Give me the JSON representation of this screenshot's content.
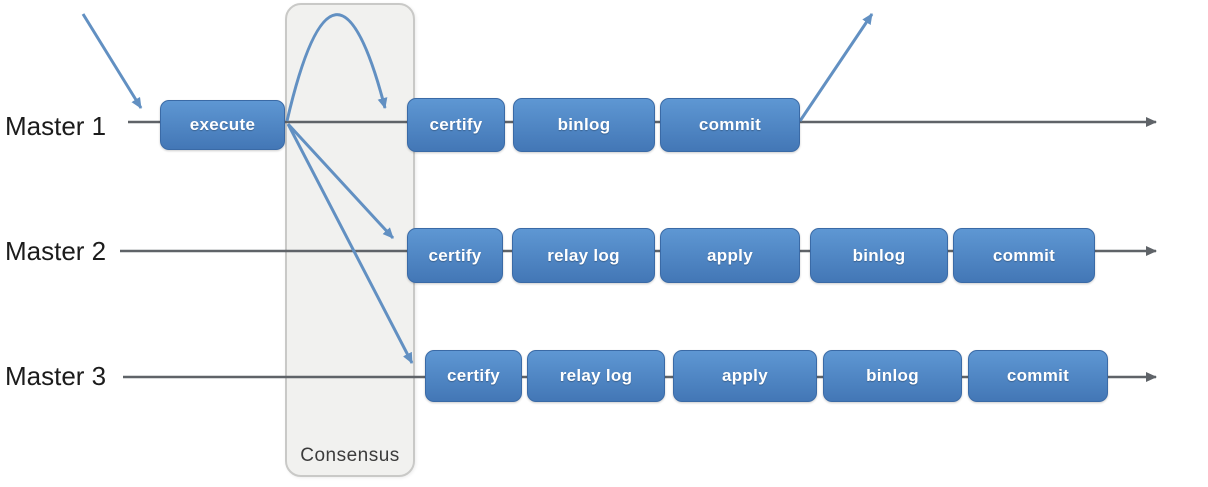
{
  "diagram": {
    "consensus": {
      "label": "Consensus"
    },
    "rows": [
      {
        "label": "Master 1",
        "steps": [
          {
            "label": "execute"
          },
          {
            "label": "certify"
          },
          {
            "label": "binlog"
          },
          {
            "label": "commit"
          }
        ]
      },
      {
        "label": "Master 2",
        "steps": [
          {
            "label": "certify"
          },
          {
            "label": "relay log"
          },
          {
            "label": "apply"
          },
          {
            "label": "binlog"
          },
          {
            "label": "commit"
          }
        ]
      },
      {
        "label": "Master 3",
        "steps": [
          {
            "label": "certify"
          },
          {
            "label": "relay log"
          },
          {
            "label": "apply"
          },
          {
            "label": "binlog"
          },
          {
            "label": "commit"
          }
        ]
      }
    ],
    "colors": {
      "box_blue": "#4377b6",
      "box_blue_light": "#5e97d3",
      "box_border": "#3a6aa6",
      "arrow_blue": "#6290c2",
      "line_gray": "#5f6368",
      "consensus_fill": "#f1f1ef",
      "consensus_border": "#c9c9c7",
      "label_color": "#1c1c1c"
    }
  }
}
